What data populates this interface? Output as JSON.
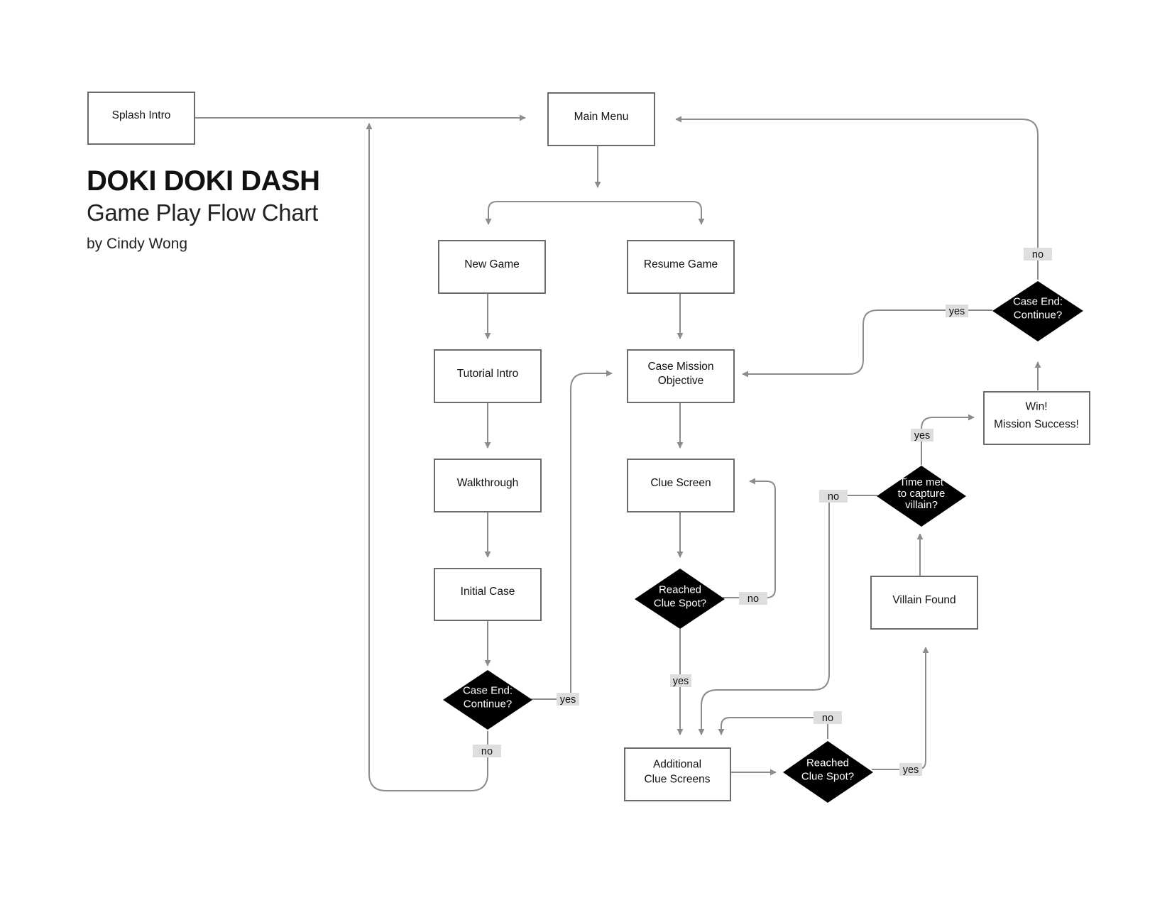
{
  "header": {
    "title": "DOKI DOKI DASH",
    "subtitle": "Game Play Flow Chart",
    "author": "by Cindy Wong"
  },
  "diagram": {
    "nodes": {
      "splash_intro": {
        "lines": [
          "Splash Intro"
        ]
      },
      "main_menu": {
        "lines": [
          "Main Menu"
        ]
      },
      "new_game": {
        "lines": [
          "New Game"
        ]
      },
      "resume_game": {
        "lines": [
          "Resume Game"
        ]
      },
      "tutorial_intro": {
        "lines": [
          "Tutorial Intro"
        ]
      },
      "case_mission_objective": {
        "lines": [
          "Case Mission",
          "Objective"
        ]
      },
      "walkthrough": {
        "lines": [
          "Walkthrough"
        ]
      },
      "clue_screen": {
        "lines": [
          "Clue Screen"
        ]
      },
      "initial_case": {
        "lines": [
          "Initial Case"
        ]
      },
      "additional_clue_screens": {
        "lines": [
          "Additional",
          "Clue Screens"
        ]
      },
      "villain_found": {
        "lines": [
          "Villain Found"
        ]
      },
      "win_mission_success": {
        "lines": [
          "Win!",
          "Mission Success!"
        ]
      },
      "case_end_continue_1": {
        "lines": [
          "Case End:",
          "Continue?"
        ]
      },
      "reached_clue_spot_1": {
        "lines": [
          "Reached",
          "Clue Spot?"
        ]
      },
      "reached_clue_spot_2": {
        "lines": [
          "Reached",
          "Clue Spot?"
        ]
      },
      "time_met_capture_villain": {
        "lines": [
          "Time met",
          "to capture",
          "villain?"
        ]
      },
      "case_end_continue_2": {
        "lines": [
          "Case End:",
          "Continue?"
        ]
      }
    },
    "edge_labels": {
      "case_end_1_yes": "yes",
      "case_end_1_no": "no",
      "clue_spot_1_no": "no",
      "clue_spot_1_yes": "yes",
      "clue_spot_2_no": "no",
      "clue_spot_2_yes": "yes",
      "time_met_no": "no",
      "time_met_yes": "yes",
      "case_end_2_yes": "yes",
      "case_end_2_no": "no"
    },
    "colors": {
      "box_stroke": "#6b6b6b",
      "connector": "#8c8c8c",
      "decision_fill": "#000000",
      "label_tag_bg": "#dedede"
    }
  }
}
